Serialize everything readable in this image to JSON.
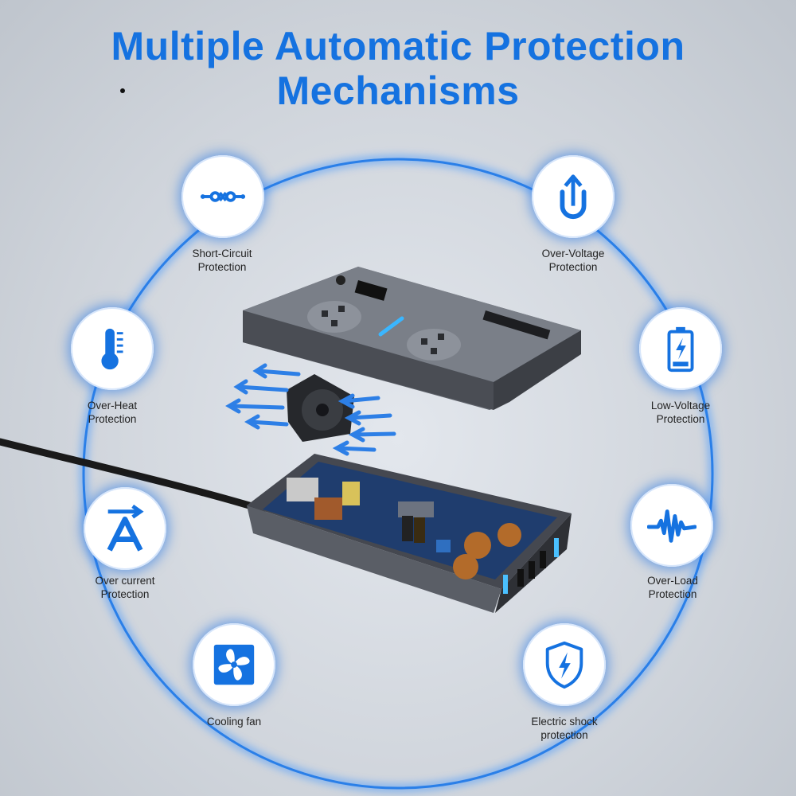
{
  "title": {
    "line1": "Multiple Automatic Protection",
    "line2": "Mechanisms"
  },
  "accent_color": "#1572e0",
  "features": [
    {
      "icon": "short-circuit-icon",
      "line1": "Short-Circuit",
      "line2": "Protection"
    },
    {
      "icon": "over-voltage-icon",
      "line1": "Over-Voltage",
      "line2": "Protection"
    },
    {
      "icon": "thermometer-icon",
      "line1": "Over-Heat",
      "line2": "Protection"
    },
    {
      "icon": "battery-icon",
      "line1": "Low-Voltage",
      "line2": "Protection"
    },
    {
      "icon": "ampere-icon",
      "line1": "Over current",
      "line2": "Protection"
    },
    {
      "icon": "waveform-icon",
      "line1": "Over-Load",
      "line2": "Protection"
    },
    {
      "icon": "fan-icon",
      "line1": "Cooling fan",
      "line2": ""
    },
    {
      "icon": "shield-icon",
      "line1": "Electric shock",
      "line2": "protection"
    }
  ]
}
